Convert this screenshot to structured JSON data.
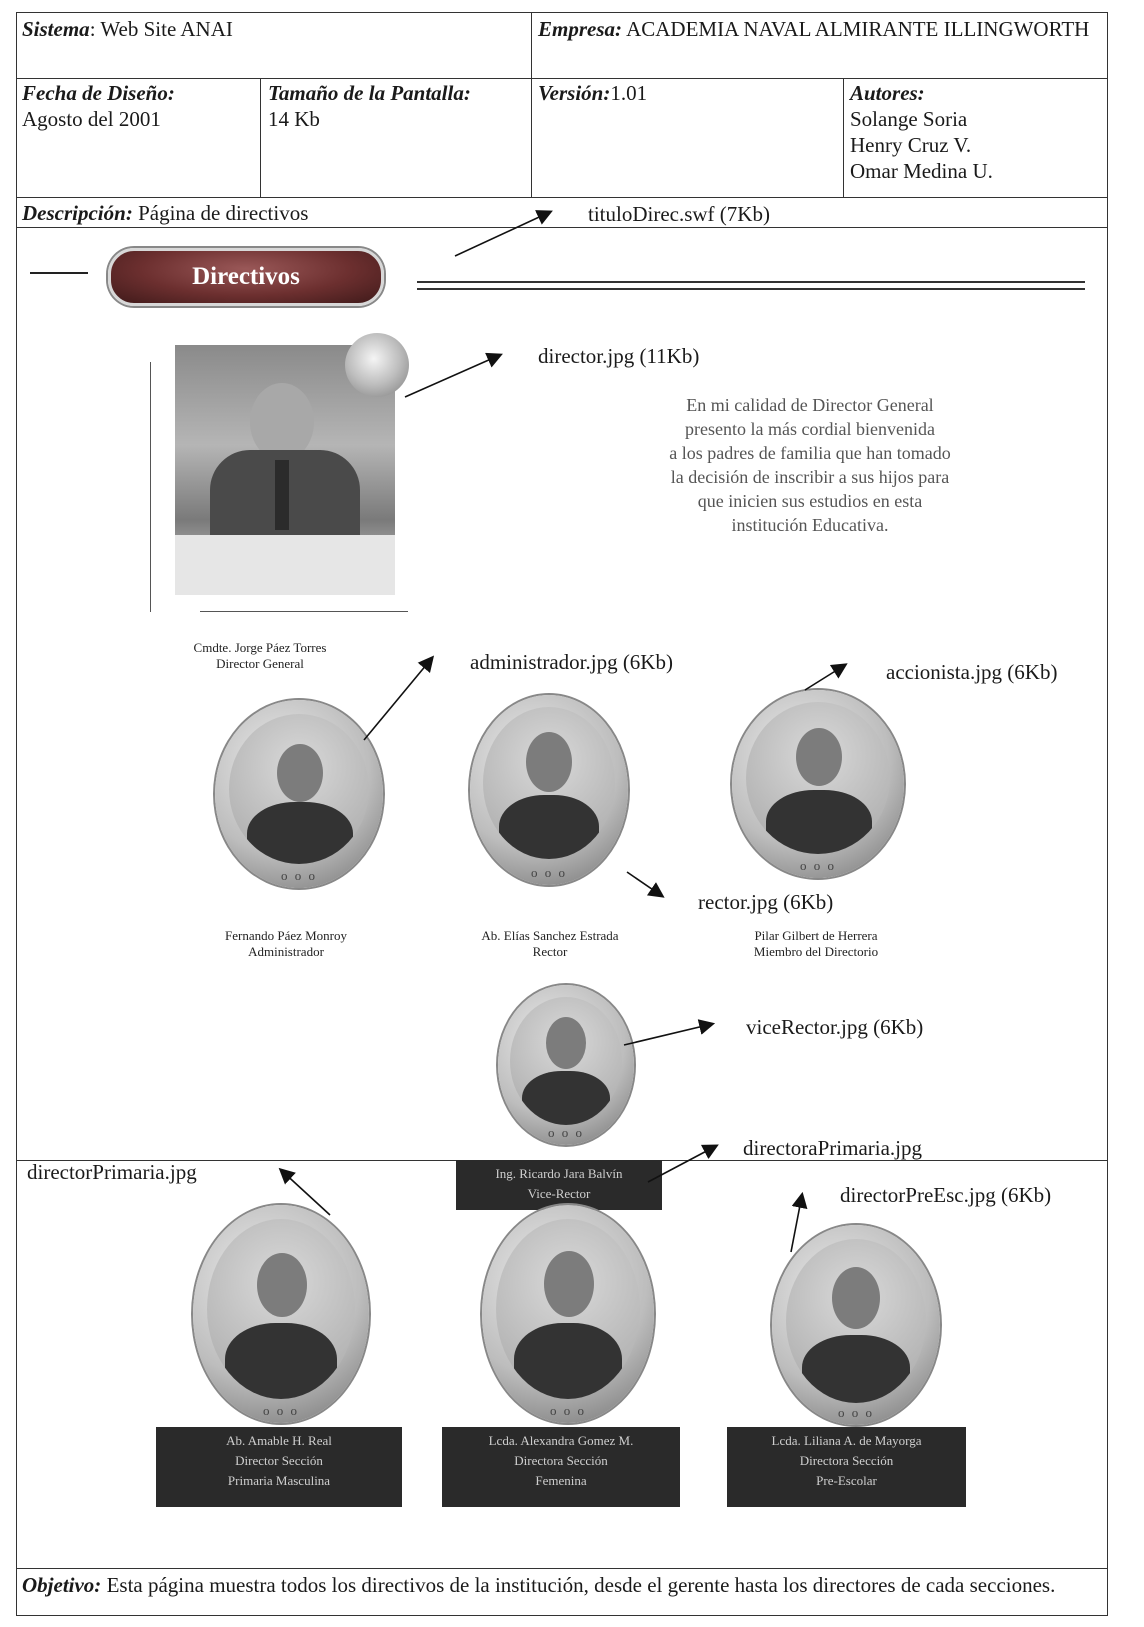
{
  "header": {
    "sistema_label": "Sistema",
    "sistema_value": ": Web Site ANAI",
    "empresa_label": "Empresa:",
    "empresa_value": " ACADEMIA NAVAL ALMIRANTE ILLINGWORTH",
    "fecha_label": "Fecha de Diseño:",
    "fecha_value": "Agosto del 2001",
    "tamano_label": "Tamaño de la Pantalla:",
    "tamano_value": "14 Kb",
    "version_label": "Versión:",
    "version_value": "1.01",
    "autores_label": "Autores:",
    "autores": [
      "Solange Soria",
      "Henry Cruz V.",
      "Omar Medina U."
    ],
    "descripcion_label": "Descripción:",
    "descripcion_value": " Página  de directivos"
  },
  "annotations": {
    "titulo": "tituloDirec.swf (7Kb)",
    "director": "director.jpg (11Kb)",
    "administrador": "administrador.jpg (6Kb)",
    "accionista": "accionista.jpg (6Kb)",
    "rector": "rector.jpg (6Kb)",
    "vicerector": "viceRector.jpg (6Kb)",
    "directoraPrimaria": "directoraPrimaria.jpg",
    "directorPrimaria": "directorPrimaria.jpg",
    "directorPreEsc": "directorPreEsc.jpg (6Kb)"
  },
  "page": {
    "banner": "Directivos",
    "welcome": [
      "En mi calidad de Director General",
      "presento la más cordial bienvenida",
      "a los padres de familia que han tomado",
      "la decisión de inscribir a sus hijos para",
      "que inicien sus estudios en esta",
      "institución Educativa."
    ],
    "director_caption": [
      "Cmdte. Jorge Páez Torres",
      "Director General"
    ],
    "admin_caption": [
      "Fernando Páez Monroy",
      "Administrador"
    ],
    "rector_caption": [
      "Ab. Elías Sanchez Estrada",
      "Rector"
    ],
    "accionista_caption": [
      "Pilar Gilbert de Herrera",
      "Miembro del Directorio"
    ],
    "vicerector_caption": [
      "Ing. Ricardo Jara Balvín",
      "Vice-Rector"
    ],
    "primaria_m_caption": [
      "Ab. Amable H. Real",
      "Director Sección",
      "Primaria Masculina"
    ],
    "femenina_caption": [
      "Lcda. Alexandra Gomez M.",
      "Directora Sección",
      "Femenina"
    ],
    "preescolar_caption": [
      "Lcda. Liliana A. de Mayorga",
      "Directora Sección",
      "Pre-Escolar"
    ],
    "portrait_dots": "o o o"
  },
  "footer": {
    "objetivo_label": "Objetivo:",
    "objetivo_value": " Esta página muestra todos los directivos de la institución, desde el gerente hasta los directores de cada  secciones."
  }
}
